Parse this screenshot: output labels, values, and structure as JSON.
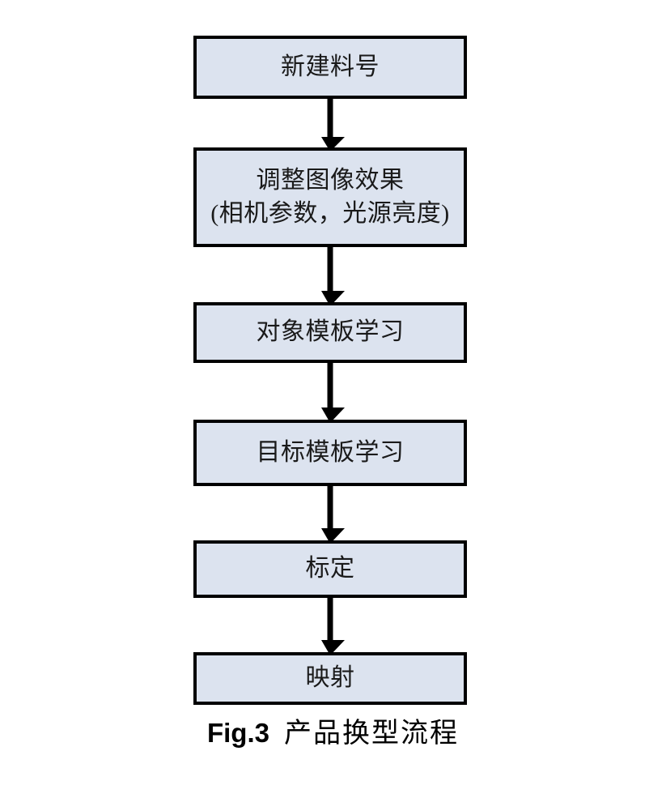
{
  "figure": {
    "caption_label": "Fig.3",
    "caption_text": "产品换型流程",
    "background_color": "#ffffff"
  },
  "style": {
    "box_fill": "#dce3ef",
    "box_border": "#000000",
    "text_color": "#1a1a1a",
    "arrow_color": "#000000"
  },
  "flowchart": {
    "type": "flowchart-vertical",
    "nodes": [
      {
        "id": "node-1",
        "lines": [
          "新建料号"
        ]
      },
      {
        "id": "node-2",
        "lines": [
          "调整图像效果",
          "(相机参数，光源亮度)"
        ]
      },
      {
        "id": "node-3",
        "lines": [
          "对象模板学习"
        ]
      },
      {
        "id": "node-4",
        "lines": [
          "目标模板学习"
        ]
      },
      {
        "id": "node-5",
        "lines": [
          "标定"
        ]
      },
      {
        "id": "node-6",
        "lines": [
          "映射"
        ]
      }
    ],
    "connectors": [
      {
        "id": "connector-1",
        "from": "node-1",
        "to": "node-2",
        "kind": "arrow-down"
      },
      {
        "id": "connector-2",
        "from": "node-2",
        "to": "node-3",
        "kind": "arrow-down"
      },
      {
        "id": "connector-3",
        "from": "node-3",
        "to": "node-4",
        "kind": "arrow-down"
      },
      {
        "id": "connector-4",
        "from": "node-4",
        "to": "node-5",
        "kind": "arrow-down"
      },
      {
        "id": "connector-5",
        "from": "node-5",
        "to": "node-6",
        "kind": "arrow-down"
      }
    ]
  }
}
